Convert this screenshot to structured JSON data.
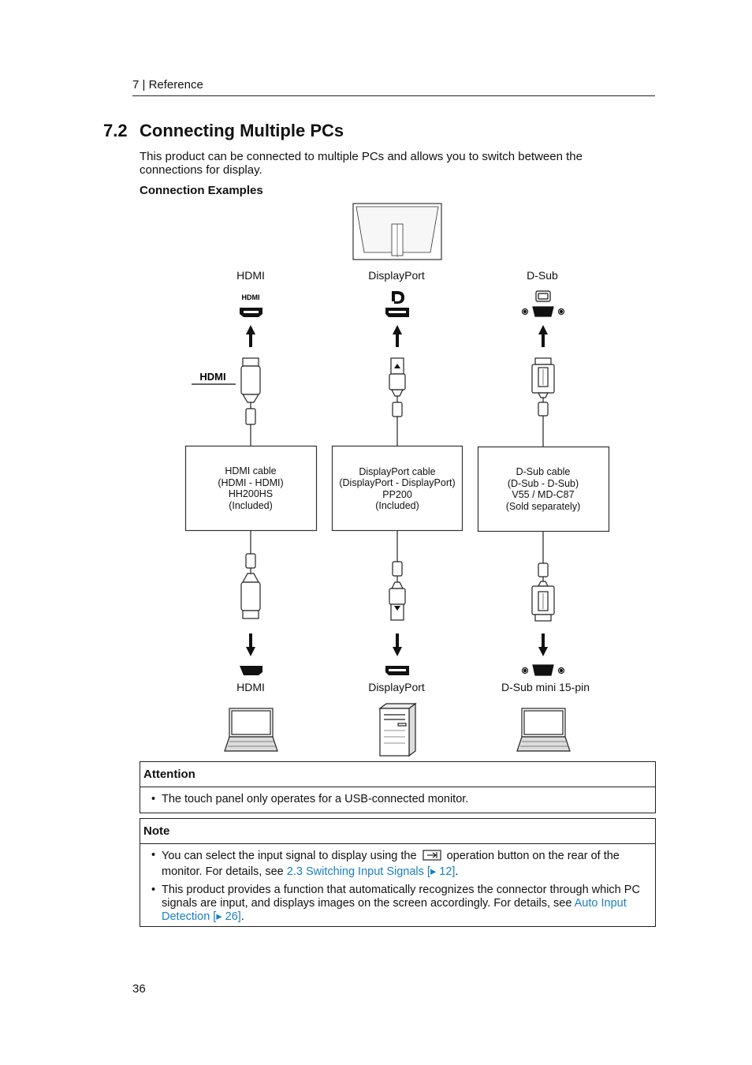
{
  "header": {
    "text": "7  |  Reference"
  },
  "section": {
    "number": "7.2",
    "title": "Connecting Multiple PCs"
  },
  "intro": "This product can be connected to multiple PCs and allows you to switch between the connections for display.",
  "subheading": "Connection Examples",
  "diagram": {
    "columns": [
      {
        "monitor_port": "HDMI",
        "pc_port": "HDMI",
        "pc_device": "laptop",
        "cable_lines": [
          "HDMI cable",
          "(HDMI - HDMI)",
          "HH200HS",
          "(Included)"
        ]
      },
      {
        "monitor_port": "DisplayPort",
        "pc_port": "DisplayPort",
        "pc_device": "desktop-tower",
        "cable_lines": [
          "DisplayPort cable",
          "(DisplayPort - DisplayPort)",
          "PP200",
          "(Included)"
        ]
      },
      {
        "monitor_port": "D-Sub",
        "pc_port": "D-Sub mini 15-pin",
        "pc_device": "laptop",
        "cable_lines": [
          "D-Sub cable",
          "(D-Sub - D-Sub)",
          "V55 / MD-C87",
          "(Sold separately)"
        ]
      }
    ],
    "hdmi_logo_text": "HDMI"
  },
  "attention": {
    "title": "Attention",
    "items": [
      "The touch panel only operates for a USB-connected monitor."
    ]
  },
  "note": {
    "title": "Note",
    "item1": {
      "before": "You can select the input signal to display using the",
      "after": "operation button on the rear of the monitor. For details, see",
      "link": "2.3 Switching Input Signals [",
      "page": " 12]",
      "end": ".",
      "icon": "input-switch-icon"
    },
    "item2": {
      "before": "This product provides a function that automatically recognizes the connector through which PC signals are input, and displays images on the screen accordingly. For details, see",
      "link": "Auto Input Detection [",
      "page": " 26]",
      "end": "."
    }
  },
  "page_number": "36",
  "colors": {
    "link": "#1a7fbf",
    "line": "#222222"
  }
}
